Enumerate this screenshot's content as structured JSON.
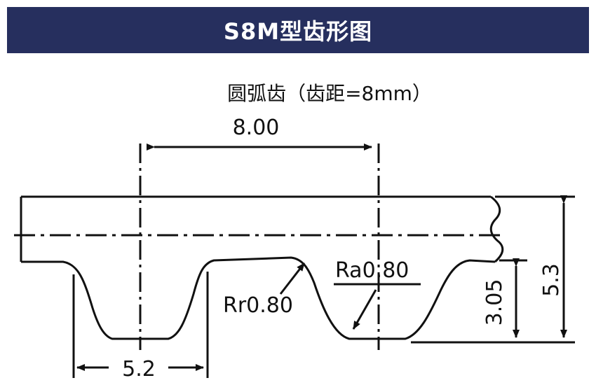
{
  "header": {
    "title": "S8M型齿形图"
  },
  "diagram": {
    "subtitle": "圆弧齿（齿距=8mm）",
    "dimensions": {
      "pitch": "8.00",
      "tooth_width": "5.2",
      "total_height": "5.3",
      "tooth_height": "3.05",
      "root_radius": "Rr0.80",
      "tip_radius": "Ra0.80"
    },
    "colors": {
      "header_bg": "#262f5e",
      "header_text": "#ffffff",
      "line": "#111111"
    }
  }
}
